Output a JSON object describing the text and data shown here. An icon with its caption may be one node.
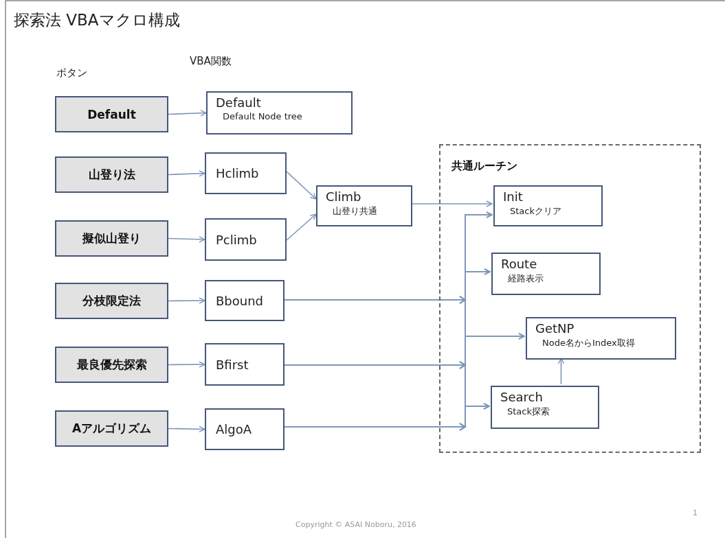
{
  "diagram": {
    "title": "探索法 VBAマクロ構成",
    "nodes": [
      {
        "text": [
          "Default"
        ]
      },
      {
        "text": [
          "山登り法"
        ]
      },
      {
        "text": [
          "擬似山登り"
        ]
      },
      {
        "text": [
          "分枝限定法"
        ]
      },
      {
        "text": [
          "最良優先探索"
        ]
      },
      {
        "text": [
          "Aアルゴリズム"
        ]
      },
      {
        "text": [
          "Default",
          "Default Node tree"
        ]
      },
      {
        "text": [
          "Hclimb"
        ]
      },
      {
        "text": [
          "Pclimb"
        ]
      },
      {
        "text": [
          "Climb",
          "山登り共通"
        ]
      },
      {
        "text": [
          "Bbound"
        ]
      },
      {
        "text": [
          "Bfirst"
        ]
      },
      {
        "text": [
          "AlgoA"
        ]
      },
      {
        "text": [
          "共通ルーチン"
        ]
      },
      {
        "text": [
          "Init",
          "Stackクリア"
        ],
        "in": 13
      },
      {
        "text": [
          "Route",
          "経路表示"
        ],
        "in": 13
      },
      {
        "text": [
          "GetNP",
          "Node名からIndex取得"
        ],
        "in": 13
      },
      {
        "text": [
          "Search",
          "Stack探索"
        ],
        "in": 13
      }
    ],
    "edges": [
      {
        "from": 0,
        "to": 6,
        "arrow": "to"
      },
      {
        "from": 1,
        "to": 7,
        "arrow": "to"
      },
      {
        "from": 2,
        "to": 8,
        "arrow": "to"
      },
      {
        "from": 3,
        "to": 10,
        "arrow": "to"
      },
      {
        "from": 4,
        "to": 11,
        "arrow": "to"
      },
      {
        "from": 5,
        "to": 12,
        "arrow": "to"
      },
      {
        "from": 7,
        "to": 9,
        "arrow": "to"
      },
      {
        "from": 8,
        "to": 9,
        "arrow": "to"
      },
      {
        "from": 9,
        "to": 14,
        "arrow": "to"
      },
      {
        "from": 10,
        "to": 14,
        "arrow": "to"
      },
      {
        "from": 10,
        "to": 15,
        "arrow": "to"
      },
      {
        "from": 10,
        "to": 16,
        "arrow": "to"
      },
      {
        "from": 10,
        "to": 17,
        "arrow": "to"
      },
      {
        "from": 11,
        "to": 14,
        "arrow": "to"
      },
      {
        "from": 11,
        "to": 15,
        "arrow": "to"
      },
      {
        "from": 11,
        "to": 16,
        "arrow": "to"
      },
      {
        "from": 11,
        "to": 17,
        "arrow": "to"
      },
      {
        "from": 12,
        "to": 14,
        "arrow": "to"
      },
      {
        "from": 12,
        "to": 15,
        "arrow": "to"
      },
      {
        "from": 12,
        "to": 16,
        "arrow": "to"
      },
      {
        "from": 12,
        "to": 17,
        "arrow": "to"
      },
      {
        "from": 17,
        "to": 16,
        "arrow": "to"
      }
    ],
    "labels": [
      "ボタン",
      "VBA関数",
      "Copyright © ASAI Noboru, 2016",
      "1"
    ]
  }
}
